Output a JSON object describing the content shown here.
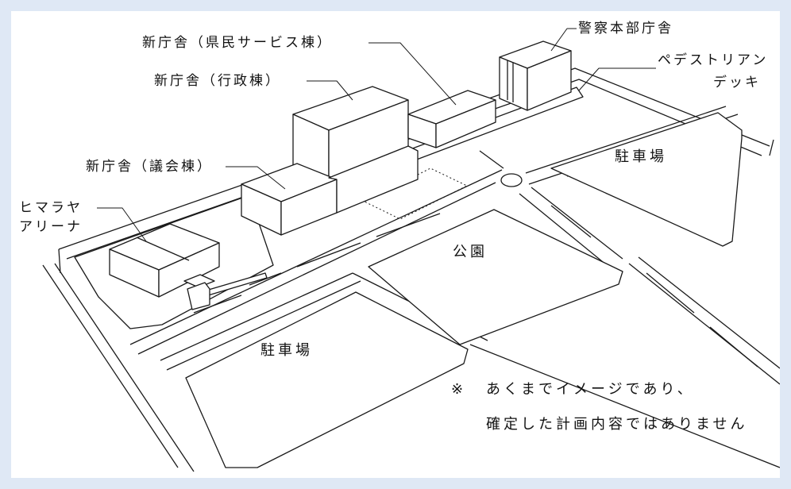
{
  "labels": {
    "kenmin_building": "新庁舎（県民サービス棟）",
    "police_hq": "警察本部庁舎",
    "pedestrian_deck_1": "ペデストリアン",
    "pedestrian_deck_2": "デッキ",
    "gyosei_building": "新庁舎（行政棟）",
    "gikai_building": "新庁舎（議会棟）",
    "himalaya_arena_1": "ヒマラヤ",
    "himalaya_arena_2": "アリーナ"
  },
  "areas": {
    "parking_northeast": "駐車場",
    "park": "公園",
    "parking_southwest": "駐車場"
  },
  "note": {
    "mark": "※",
    "line1": "あくまでイメージであり、",
    "line2": "確定した計画内容ではありません"
  },
  "colors": {
    "frame_bg": "#dfe8f5",
    "line": "#1a1a1a"
  }
}
